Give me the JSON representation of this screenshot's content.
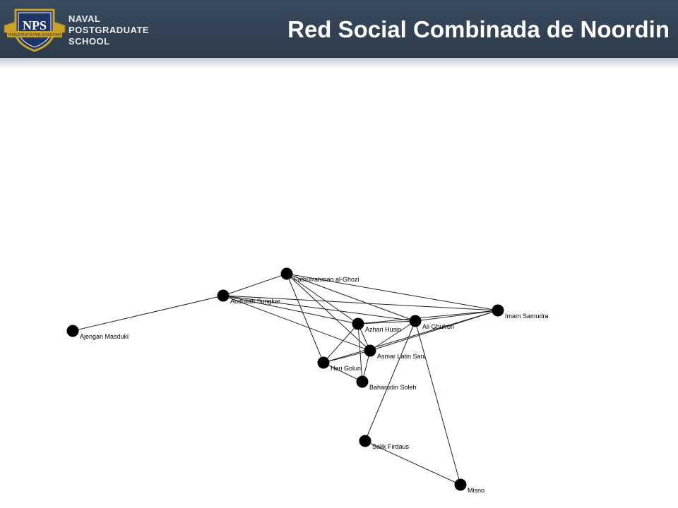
{
  "header": {
    "logo_text": "NPS",
    "logo_motto": "PRAESTANTIA PER SCIENTIAM",
    "school_lines": [
      "NAVAL",
      "POSTGRADUATE",
      "SCHOOL"
    ],
    "title": "Red Social Combinada de Noordin",
    "colors": {
      "bar": "#34465a",
      "logo_gold": "#c9a227",
      "logo_navy": "#1f3566"
    }
  },
  "network": {
    "nodes": [
      {
        "id": "fathurrahman",
        "label": "Fathurrahman al-Ghozi"
      },
      {
        "id": "abdullah",
        "label": "Abdullah Sungkar"
      },
      {
        "id": "ajengan",
        "label": "Ajengan Masduki"
      },
      {
        "id": "imam",
        "label": "Imam Samudra"
      },
      {
        "id": "azhari",
        "label": "Azhari Husin"
      },
      {
        "id": "ali",
        "label": "Ali Ghufron"
      },
      {
        "id": "asmar",
        "label": "Asmar Latin Sani"
      },
      {
        "id": "heri",
        "label": "Heri Golun"
      },
      {
        "id": "baharudin",
        "label": "Baharudin Soleh"
      },
      {
        "id": "salik",
        "label": "Salik Firdaus"
      },
      {
        "id": "misno",
        "label": "Misno"
      }
    ],
    "edges": [
      [
        "ajengan",
        "abdullah"
      ],
      [
        "abdullah",
        "fathurrahman"
      ],
      [
        "abdullah",
        "imam"
      ],
      [
        "abdullah",
        "ali"
      ],
      [
        "abdullah",
        "azhari"
      ],
      [
        "abdullah",
        "asmar"
      ],
      [
        "fathurrahman",
        "imam"
      ],
      [
        "fathurrahman",
        "azhari"
      ],
      [
        "fathurrahman",
        "ali"
      ],
      [
        "fathurrahman",
        "asmar"
      ],
      [
        "fathurrahman",
        "heri"
      ],
      [
        "imam",
        "azhari"
      ],
      [
        "imam",
        "ali"
      ],
      [
        "imam",
        "asmar"
      ],
      [
        "imam",
        "heri"
      ],
      [
        "ali",
        "azhari"
      ],
      [
        "ali",
        "asmar"
      ],
      [
        "ali",
        "salik"
      ],
      [
        "ali",
        "misno"
      ],
      [
        "azhari",
        "asmar"
      ],
      [
        "azhari",
        "heri"
      ],
      [
        "azhari",
        "baharudin"
      ],
      [
        "asmar",
        "heri"
      ],
      [
        "asmar",
        "baharudin"
      ],
      [
        "heri",
        "baharudin"
      ],
      [
        "salik",
        "misno"
      ]
    ]
  }
}
